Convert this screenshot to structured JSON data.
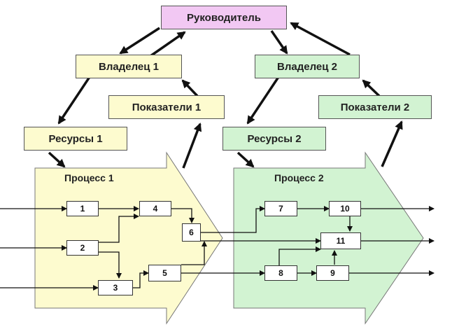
{
  "nodes": {
    "manager": "Руководитель",
    "owner1": "Владелец 1",
    "owner2": "Владелец 2",
    "metrics1": "Показатели 1",
    "metrics2": "Показатели 2",
    "resources1": "Ресурсы 1",
    "resources2": "Ресурсы 2"
  },
  "processes": {
    "p1": "Процесс 1",
    "p2": "Процесс 2"
  },
  "steps": [
    "1",
    "2",
    "3",
    "4",
    "5",
    "6",
    "7",
    "8",
    "9",
    "10",
    "11"
  ],
  "colors": {
    "process1_fill": "#fdfbcf",
    "process2_fill": "#d2f3d2",
    "manager_fill": "#f2c8f3",
    "arrow": "#111111"
  }
}
